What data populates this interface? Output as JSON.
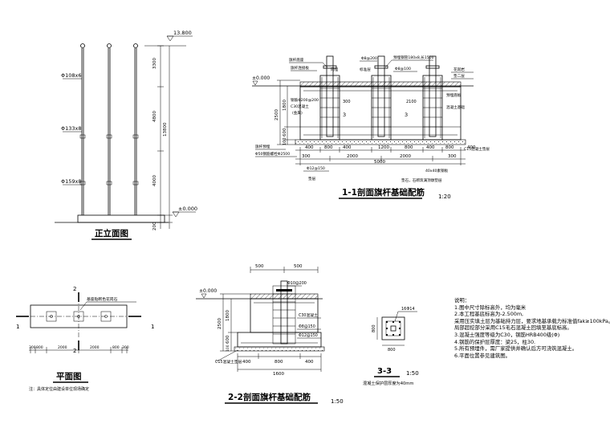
{
  "elevation": {
    "title": "正立面图",
    "top_level": "13.800",
    "base_level": "±0.000",
    "pipe_labels": [
      "Φ108x6",
      "Φ133x8",
      "Φ159x8"
    ],
    "dims": [
      "3300",
      "4800",
      "4000",
      "13800",
      "200"
    ]
  },
  "section11": {
    "title": "1-1剖面旗杆基础配筋",
    "scale": "1:20",
    "callouts": [
      "旗杆底座",
      "预埋钢管180x8,长1500",
      "Φ8@200",
      "Φ8@100",
      "旗杆连接板",
      "标准层",
      "同埋",
      "花岗岩",
      "垫二层",
      "钢筋Φ200@200",
      "C30混凝土",
      "混凝土基础",
      "(金属)",
      "预埋底板",
      "旗杆预埋",
      "Φ50钢筋螺栓Φ2500",
      "C15混凝土垫层",
      "Φ12@150",
      "40x40素钢板",
      "垫层",
      "垫石，石砌筑满顶墩垫层"
    ],
    "level": "±0.000",
    "dims_bottom": [
      "400",
      "800",
      "400",
      "1200",
      "800",
      "400",
      "800",
      "400",
      "300",
      "2000",
      "2000",
      "300",
      "5000"
    ],
    "dims_left": [
      "2500",
      "1800",
      "600",
      "100"
    ],
    "labels_inner": [
      "3",
      "3",
      "300",
      "2100"
    ]
  },
  "plan": {
    "title": "平面图",
    "note": "注：具体定位由建设单位现场确定",
    "callout": "基座贴砌色花岗石",
    "cut_label_1": "1",
    "cut_label_2": "2",
    "dims": [
      "300",
      "800",
      "2000",
      "2000",
      "800",
      "300"
    ]
  },
  "section22": {
    "title": "2-2剖面旗杆基础配筋",
    "scale": "1:50",
    "level": "±0.000",
    "callouts": [
      "Φ10@200",
      "C30混凝土",
      "Φ8@150",
      "Φ12@150",
      "C15混凝土垫层"
    ],
    "dims_top": [
      "500",
      "500"
    ],
    "dims_bottom": [
      "400",
      "800",
      "400",
      "1600"
    ],
    "dims_left": [
      "2500",
      "1800",
      "600",
      "100"
    ]
  },
  "section33": {
    "title": "3-3",
    "scale": "1:50",
    "dims": [
      "800",
      "800"
    ],
    "callout": "16Φ14",
    "cover_note": "混凝土保护层厚度为40mm"
  },
  "notes": {
    "heading": "说明：",
    "lines": [
      "1.图中尺寸除标高外，均为毫米",
      "2.本工程基底标高为-2.500m,",
      "  采用压实填土层为基础持力层，要求地基承载力标准值fak≥100kPa。",
      "  局部超挖部分采用C15毛石混凝土回填至基底标高。",
      "3.混凝土强度等级为C30，钢筋HRB400级(Φ)",
      "4.钢筋的保护层厚度：梁25，柱30.",
      "5.所有预埋件，需厂家提供并确认后方可浇筑混凝土。",
      "6.平面位置参见建筑图。"
    ]
  }
}
